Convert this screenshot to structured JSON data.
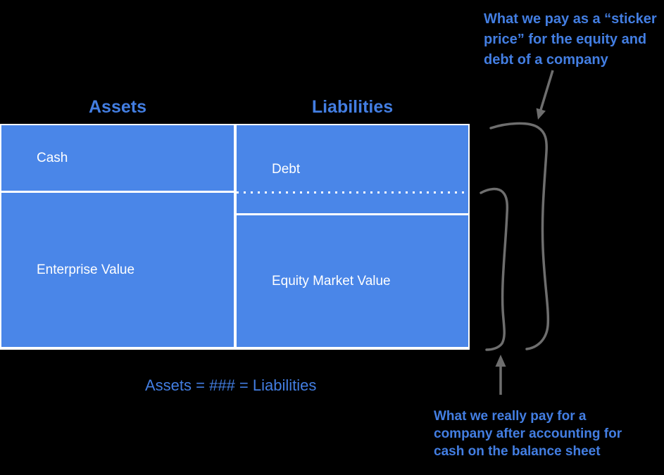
{
  "palette": {
    "background": "#000000",
    "box_blue": "#4a86e8",
    "text_blue": "#437ee2",
    "border_white": "#ffffff",
    "annotation_gray": "#6e6e6e"
  },
  "balance_sheet": {
    "assets_header": "Assets",
    "liabilities_header": "Liabilities",
    "cells": {
      "cash": "Cash",
      "enterprise_value": "Enterprise Value",
      "debt": "Debt",
      "equity_market_value": "Equity Market Value"
    }
  },
  "equation": "Assets = ### = Liabilities",
  "annotations": {
    "sticker_price": {
      "lines": [
        "What we pay as a “sticker",
        "price” for the equity and",
        "debt of a company"
      ]
    },
    "real_pay": {
      "lines": [
        "What we really pay for a",
        "company after accounting for",
        "cash on the balance sheet"
      ]
    }
  }
}
